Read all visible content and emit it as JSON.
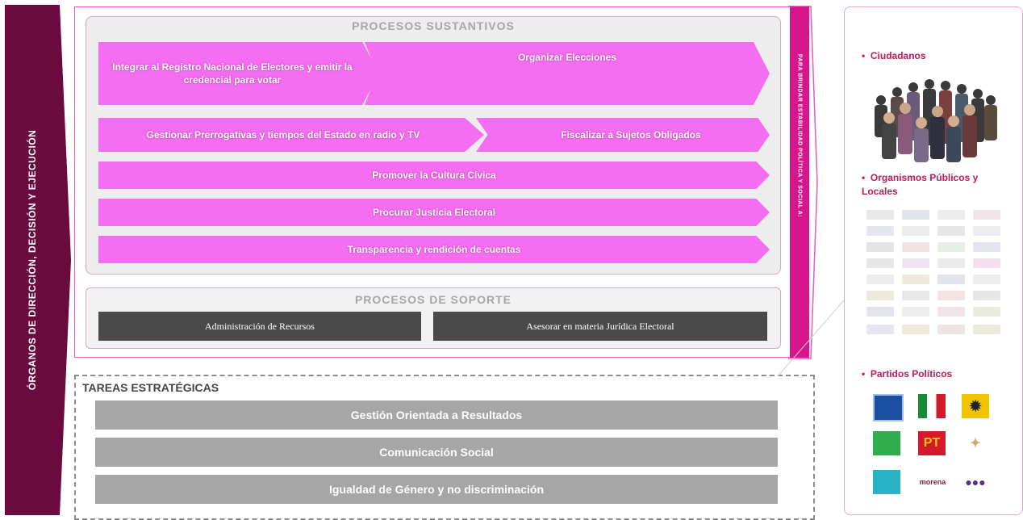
{
  "left_banner": {
    "label": "ÓRGANOS DE DIRECCIÓN, DECISIÓN Y EJECUCIÓN"
  },
  "sustantivos": {
    "title": "PROCESOS SUSTANTIVOS",
    "items": [
      "Integrar al Registro Nacional de Electores y emitir la credencial para votar",
      "Organizar  Elecciones",
      "Gestionar Prerrogativas y tiempos del Estado en radio y TV",
      "Fiscalizar a Sujetos Obligados",
      "Promover la Cultura Cívica",
      "Procurar Justicia Electoral",
      "Transparencia y rendición de cuentas"
    ]
  },
  "soporte": {
    "title": "PROCESOS DE SOPORTE",
    "items": [
      "Administración de Recursos",
      "Asesorar en materia Jurídica Electoral"
    ]
  },
  "side_strip": {
    "label": "PARA BRINDAR ESTABILIDAD POLÍTICA Y SOCIAL A:"
  },
  "tareas": {
    "title": "TAREAS ESTRATÉGICAS",
    "items": [
      "Gestión Orientada a Resultados",
      "Comunicación Social",
      "Igualdad de Género y no discriminación"
    ]
  },
  "beneficiaries": {
    "ciudadanos": "Ciudadanos",
    "organismos": "Organismos Públicos y Locales",
    "partidos": "Partidos Políticos",
    "party_morena": "morena",
    "party_pt": "PT"
  },
  "colors": {
    "magenta": "#f56df0",
    "maroon": "#6b0a3f",
    "strip": "#d6168b",
    "gray": "#a6a6a6",
    "dark": "#4a4a4a"
  }
}
